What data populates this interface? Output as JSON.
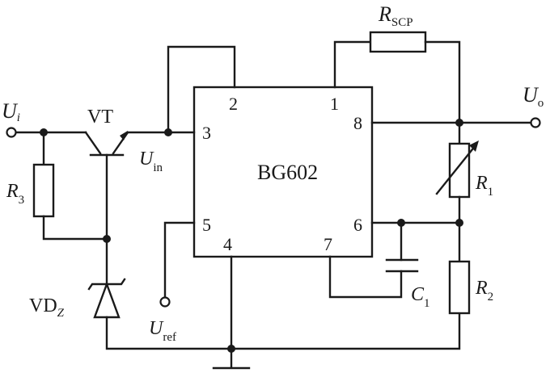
{
  "ic": {
    "name": "BG602",
    "pins": {
      "p1": "1",
      "p2": "2",
      "p3": "3",
      "p4": "4",
      "p5": "5",
      "p6": "6",
      "p7": "7",
      "p8": "8"
    }
  },
  "labels": {
    "ui": {
      "main": "U",
      "sub": "i"
    },
    "uo": {
      "main": "U",
      "sub": "o"
    },
    "uin": {
      "main": "U",
      "sub": "in"
    },
    "uref": {
      "main": "U",
      "sub": "ref"
    },
    "vt": "VT",
    "r3": {
      "main": "R",
      "sub": "3"
    },
    "r1": {
      "main": "R",
      "sub": "1"
    },
    "r2": {
      "main": "R",
      "sub": "2"
    },
    "rscp": {
      "main": "R",
      "sub": "SCP"
    },
    "c1": {
      "main": "C",
      "sub": "1"
    },
    "vdz": {
      "main": "VD",
      "sub": "Z"
    }
  },
  "colors": {
    "ink": "#1a1a1a",
    "background": "#ffffff"
  }
}
